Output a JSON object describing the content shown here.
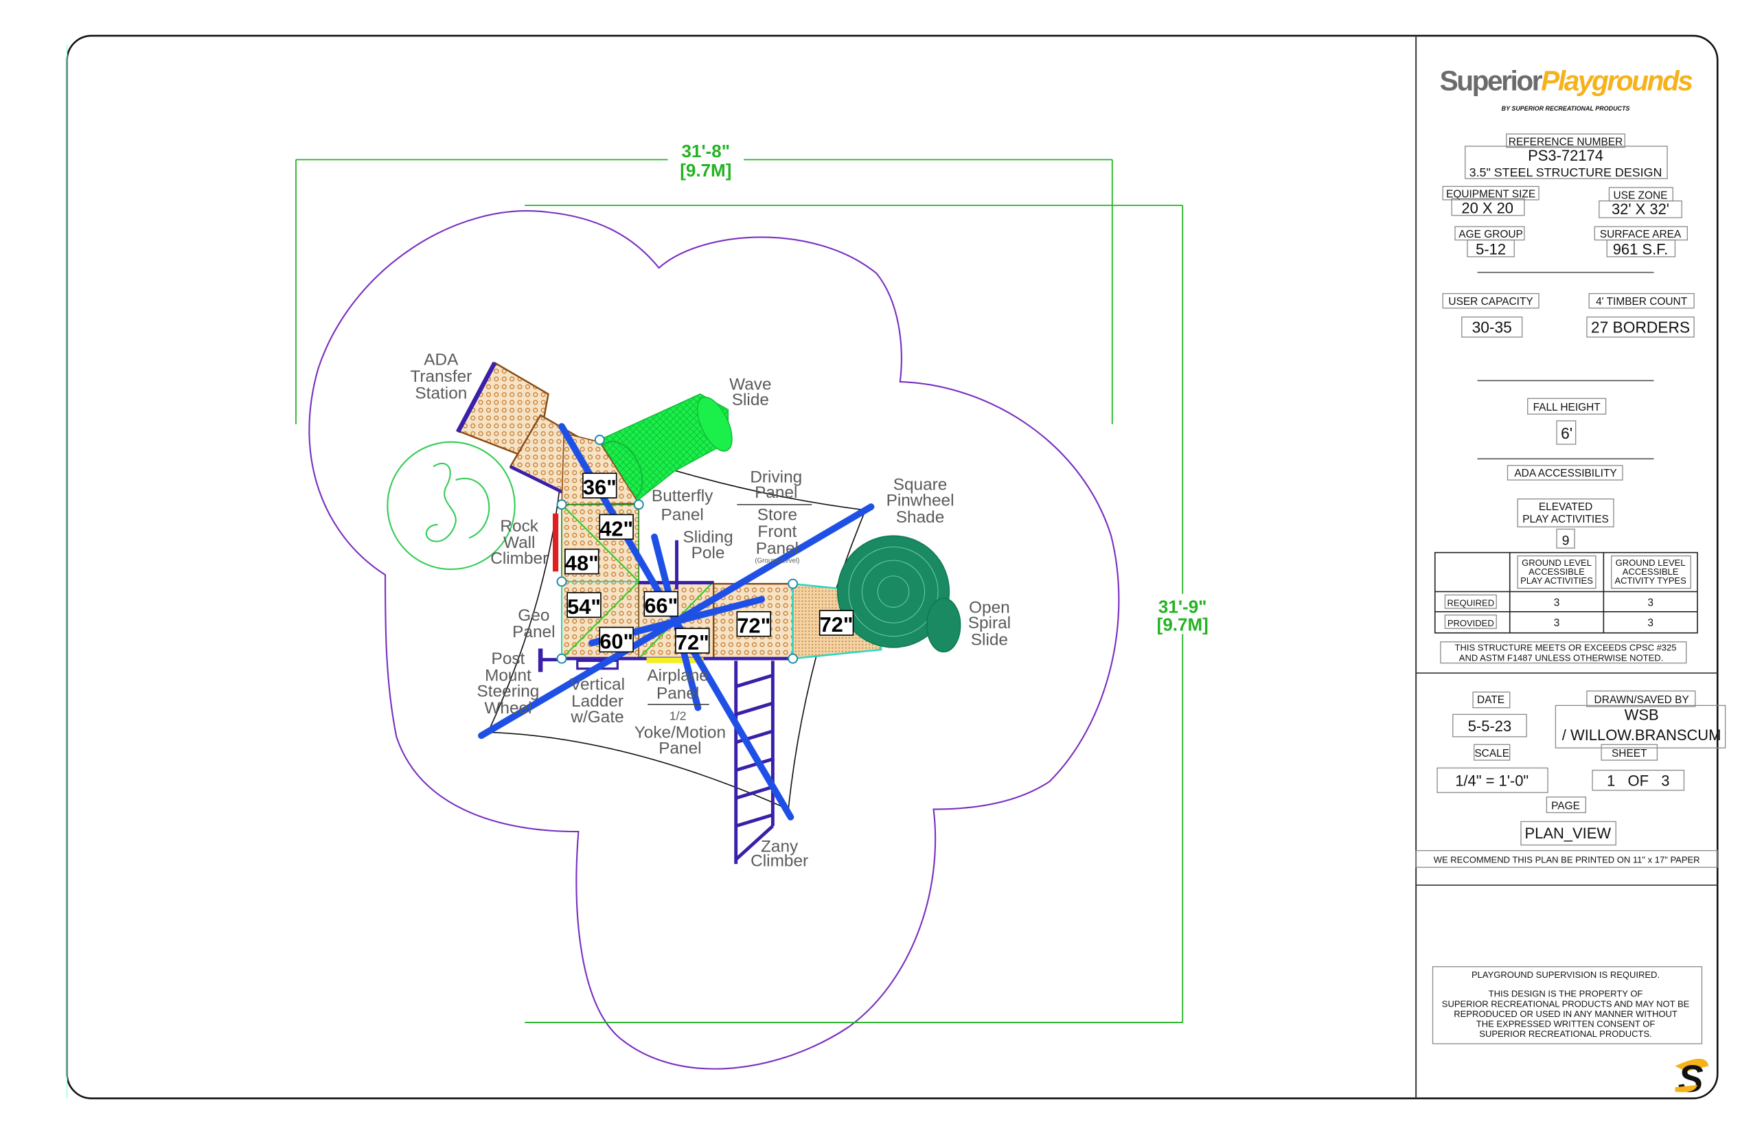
{
  "dimensions": {
    "width_ft": "31'-8\"",
    "width_m": "[9.7M]",
    "depth_ft": "31'-9\"",
    "depth_m": "[9.7M]"
  },
  "deck_heights": [
    "36\"",
    "42\"",
    "48\"",
    "54\"",
    "60\"",
    "66\"",
    "72\"",
    "72\"",
    "72\""
  ],
  "labels": {
    "ada_transfer": [
      "ADA",
      "Transfer",
      "Station"
    ],
    "wave_slide": [
      "Wave",
      "Slide"
    ],
    "driving_panel": [
      "Driving",
      "Panel"
    ],
    "store_front": [
      "Store",
      "Front",
      "Panel",
      "(Ground Level)"
    ],
    "butterfly": [
      "Butterfly",
      "Panel"
    ],
    "shade": [
      "Square",
      "Pinwheel",
      "Shade"
    ],
    "rock_wall": [
      "Rock",
      "Wall",
      "Climber"
    ],
    "sliding_pole": [
      "Sliding",
      "Pole"
    ],
    "geo_panel": [
      "Geo",
      "Panel"
    ],
    "spiral_slide": [
      "Open",
      "Spiral",
      "Slide"
    ],
    "steering": [
      "Post",
      "Mount",
      "Steering",
      "Wheel"
    ],
    "ladder": [
      "Vertical",
      "Ladder",
      "w/Gate"
    ],
    "airplane": [
      "Airplane",
      "Panel"
    ],
    "yoke": [
      "1/2",
      "Yoke/Motion",
      "Panel"
    ],
    "zany": [
      "Zany",
      "Climber"
    ]
  },
  "title_block": {
    "logo": {
      "word1": "Superior",
      "word2": "Playgrounds",
      "tagline": "BY SUPERIOR RECREATIONAL PRODUCTS"
    },
    "reference_label": "REFERENCE NUMBER",
    "reference_number": "PS3-72174",
    "design": "3.5\" STEEL STRUCTURE DESIGN",
    "equipment_size_label": "EQUIPMENT SIZE",
    "equipment_size": "20 X 20",
    "use_zone_label": "USE ZONE",
    "use_zone": "32' X 32'",
    "age_group_label": "AGE GROUP",
    "age_group": "5-12",
    "surface_area_label": "SURFACE AREA",
    "surface_area": "961 S.F.",
    "user_capacity_label": "USER CAPACITY",
    "user_capacity": "30-35",
    "timber_label": "4' TIMBER COUNT",
    "timber": "27 BORDERS",
    "fall_height_label": "FALL HEIGHT",
    "fall_height": "6'",
    "ada_label": "ADA ACCESSIBILITY",
    "elevated_label": [
      "ELEVATED",
      "PLAY ACTIVITIES"
    ],
    "elevated": "9",
    "table": {
      "col1": [
        "GROUND LEVEL",
        "ACCESSIBLE",
        "PLAY ACTIVITIES"
      ],
      "col2": [
        "GROUND LEVEL",
        "ACCESSIBLE",
        "ACTIVITY TYPES"
      ],
      "rows": [
        {
          "label": "REQUIRED",
          "v1": "3",
          "v2": "3"
        },
        {
          "label": "PROVIDED",
          "v1": "3",
          "v2": "3"
        }
      ]
    },
    "cpsc": [
      "THIS STRUCTURE MEETS OR EXCEEDS CPSC #325",
      "AND ASTM F1487 UNLESS OTHERWISE NOTED."
    ],
    "date_label": "DATE",
    "date": "5-5-23",
    "drawn_label": "DRAWN/SAVED BY",
    "drawn": [
      "WSB",
      "/ WILLOW.BRANSCUM"
    ],
    "scale_label": "SCALE",
    "scale": "1/4\" = 1'-0\"",
    "sheet_label": "SHEET",
    "sheet": "1   OF   3",
    "page_label": "PAGE",
    "page": "PLAN_VIEW",
    "recommend": "WE RECOMMEND THIS PLAN BE PRINTED ON 11\" x 17\" PAPER",
    "disclaimer": [
      "PLAYGROUND SUPERVISION IS REQUIRED.",
      "THIS DESIGN IS THE PROPERTY OF",
      "SUPERIOR RECREATIONAL PRODUCTS AND MAY NOT BE",
      "REPRODUCED OR USED IN ANY MANNER WITHOUT",
      "THE EXPRESSED WRITTEN CONSENT OF",
      "SUPERIOR RECREATIONAL PRODUCTS."
    ],
    "corner_logo": "S"
  },
  "colors": {
    "dimension": "#22b322",
    "use_zone": "#7a2fc0",
    "poles": "#1f50e6",
    "frame": "#3a1fa8",
    "logo_gray": "#6b6b6b",
    "logo_yellow": "#f5b21b"
  }
}
